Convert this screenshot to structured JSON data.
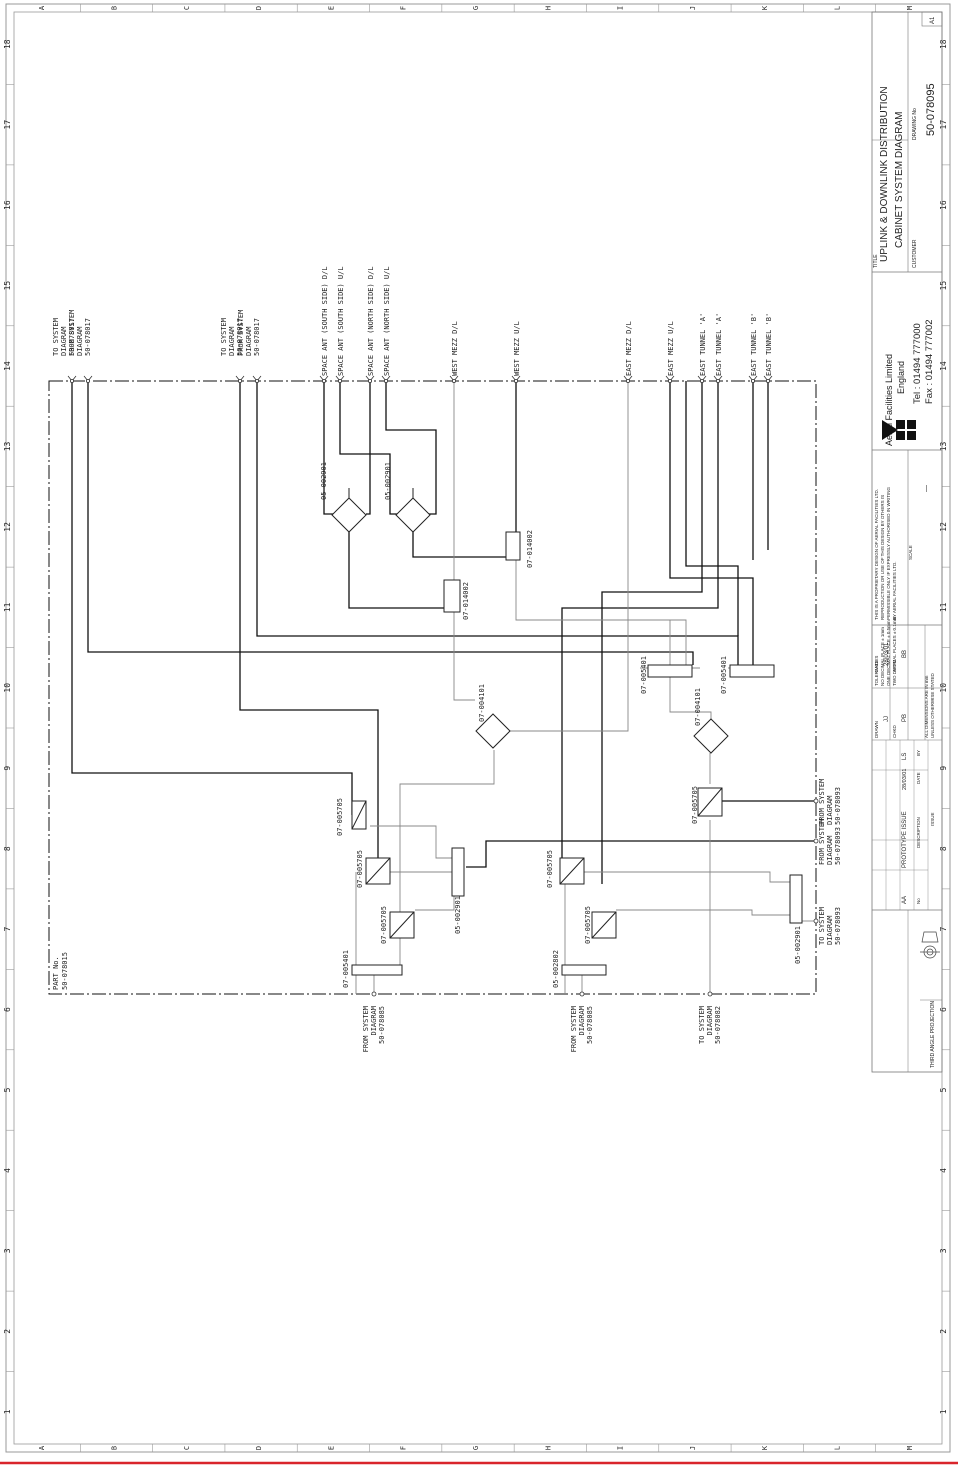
{
  "border": {
    "row_letters": [
      "A",
      "B",
      "C",
      "D",
      "E",
      "F",
      "G",
      "H",
      "I",
      "J",
      "K",
      "L",
      "M"
    ],
    "col_numbers": [
      "18",
      "17",
      "16",
      "15",
      "14",
      "13",
      "12",
      "11",
      "10",
      "9",
      "8",
      "7",
      "6",
      "5",
      "4",
      "3",
      "2",
      "1"
    ]
  },
  "part": {
    "label": "PART No.",
    "number": "50-078015"
  },
  "top_labels": [
    {
      "id": "t1",
      "lines": [
        "TO SYSTEM",
        "DIAGRAM",
        "50-078017"
      ]
    },
    {
      "id": "t2",
      "lines": [
        "FROM SYSTEM",
        "DIAGRAM",
        "50-078017"
      ]
    },
    {
      "id": "t3",
      "lines": [
        "TO SYSTEM",
        "DIAGRAM",
        "50-078017"
      ]
    },
    {
      "id": "t4",
      "lines": [
        "FROM SYSTEM",
        "DIAGRAM",
        "50-078017"
      ]
    },
    {
      "id": "t5",
      "lines": [
        "SPACE ANT (SOUTH SIDE) D/L"
      ]
    },
    {
      "id": "t6",
      "lines": [
        "SPACE ANT (SOUTH SIDE) U/L"
      ]
    },
    {
      "id": "t7",
      "lines": [
        "SPACE ANT (NORTH SIDE) D/L"
      ]
    },
    {
      "id": "t8",
      "lines": [
        "SPACE ANT (NORTH SIDE) U/L"
      ]
    },
    {
      "id": "t9",
      "lines": [
        "WEST MEZZ D/L"
      ]
    },
    {
      "id": "t10",
      "lines": [
        "WEST MEZZ U/L"
      ]
    },
    {
      "id": "t11",
      "lines": [
        "EAST MEZZ D/L"
      ]
    },
    {
      "id": "t12",
      "lines": [
        "EAST MEZZ U/L"
      ]
    },
    {
      "id": "t13",
      "lines": [
        "EAST TUNNEL 'A'"
      ]
    },
    {
      "id": "t14",
      "lines": [
        "EAST TUNNEL 'A'"
      ]
    },
    {
      "id": "t15",
      "lines": [
        "EAST TUNNEL 'B'"
      ]
    },
    {
      "id": "t16",
      "lines": [
        "EAST TUNNEL 'B'"
      ]
    }
  ],
  "bottom_labels": [
    {
      "id": "b1",
      "lines": [
        "FROM SYSTEM",
        "DIAGRAM",
        "50-078085"
      ]
    },
    {
      "id": "b2",
      "lines": [
        "FROM SYSTEM",
        "DIAGRAM",
        "50-078085"
      ]
    },
    {
      "id": "b3",
      "lines": [
        "TO SYSTEM",
        "DIAGRAM",
        "50-078082"
      ]
    }
  ],
  "right_labels": [
    {
      "id": "r1",
      "lines": [
        "FROM SYSTEM",
        "DIAGRAM",
        "50-078093"
      ]
    },
    {
      "id": "r2",
      "lines": [
        "FROM SYSTEM",
        "DIAGRAM",
        "50-078093"
      ]
    },
    {
      "id": "r3",
      "lines": [
        "TO SYSTEM",
        "DIAGRAM",
        "50-078093"
      ]
    }
  ],
  "components": [
    {
      "id": "c1",
      "label": "05-002901"
    },
    {
      "id": "c2",
      "label": "05-002901"
    },
    {
      "id": "c3",
      "label": "07-014002"
    },
    {
      "id": "c4",
      "label": "07-014002"
    },
    {
      "id": "c5",
      "label": "07-005401"
    },
    {
      "id": "c6",
      "label": "07-005401"
    },
    {
      "id": "c7",
      "label": "07-004101"
    },
    {
      "id": "c8",
      "label": "07-004101"
    },
    {
      "id": "c9",
      "label": "07-005705"
    },
    {
      "id": "c10",
      "label": "07-005705"
    },
    {
      "id": "c11",
      "label": "07-005705"
    },
    {
      "id": "c12",
      "label": "07-005705"
    },
    {
      "id": "c13",
      "label": "07-005705"
    },
    {
      "id": "c14",
      "label": "07-005705"
    },
    {
      "id": "c15",
      "label": "05-002901"
    },
    {
      "id": "c16",
      "label": "05-002901"
    },
    {
      "id": "c17",
      "label": "07-005401"
    },
    {
      "id": "c18",
      "label": "05-002802"
    }
  ],
  "title_block": {
    "title_caption": "TITLE",
    "title_lines": [
      "UPLINK & DOWNLINK DISTRIBUTION",
      "CABINET SYSTEM DIAGRAM"
    ],
    "drawing_no_caption": "DRAWING No",
    "drawing_no": "50-078095",
    "sheet": "A1",
    "customer_caption": "CUSTOMER",
    "company": "Aerial Facilities Limited",
    "country": "England",
    "tel": "Tel : 01494 777000",
    "fax": "Fax : 01494 777002",
    "proprietary": [
      "THIS IS A PROPRIETARY DESIGN OF AERIAL FACILITIES LTD.",
      "REPRODUCTION OR USE OF THIS DESIGN BY OTHERS IS",
      "PERMISSIBLE ONLY IF EXPRESSLY AUTHORISED IN WRITING",
      "BY AERIAL FACILITIES LTD."
    ],
    "tolerances_caption": "TOLERANCES",
    "tolerances": [
      "NO DECIMAL PLACE ± 1mm",
      "ONE DECIMAL PLACE ± 0.5mm",
      "TWO DECIMAL PLACES ± 0.1mm"
    ],
    "scale_caption": "SCALE",
    "scale": "—",
    "drawn_caption": "DRAWN",
    "drawn": "JJ",
    "date_caption": "DATE",
    "date": "28/03/01",
    "chkd_caption": "CHKD",
    "chkd": "PB",
    "appd_caption": "APPD",
    "appd": "BB",
    "dims_note": [
      "ALL DIMENSIONS ARE IN mm",
      "UNLESS OTHERWISE STATED"
    ],
    "issue_no": "AA",
    "issue_desc": "PROTOTYPE ISSUE",
    "issue_date": "28/03/01",
    "issue_by": "LS",
    "no_caption": "No",
    "desc_caption": "DESCRIPTION",
    "date_col_caption": "DATE",
    "by_caption": "BY",
    "issue_caption": "ISSUE",
    "projection": "THIRD ANGLE PROJECTION"
  }
}
